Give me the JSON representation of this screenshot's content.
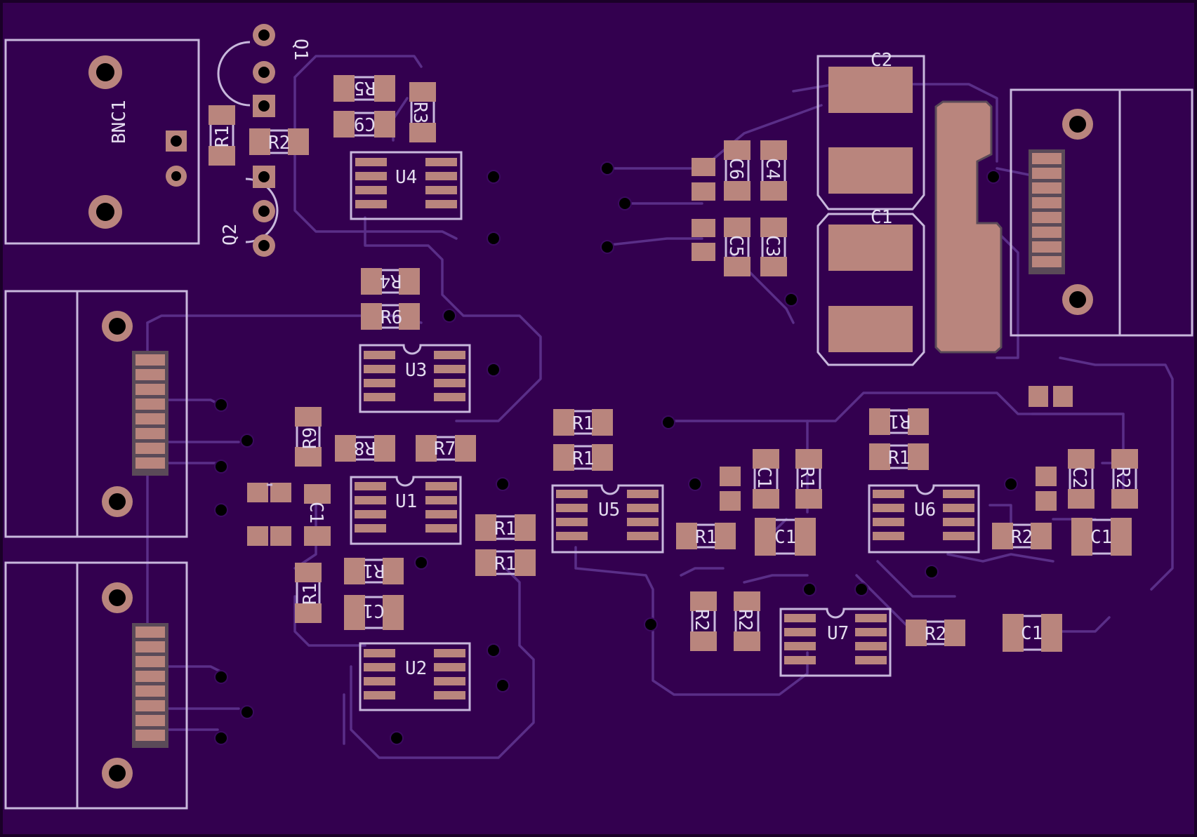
{
  "colors": {
    "board": "#33004f",
    "outline": "#1a0028",
    "trace": "#5a2e88",
    "pad": "#b9857d",
    "silkscreen": "#c8b8dc",
    "via": "#000000"
  },
  "labels": {
    "BNC1": "BNC1",
    "Q1": "Q1",
    "Q2": "Q2",
    "R1_top": "R1",
    "R2_top": "R2",
    "R3": "R3",
    "R5": "R5",
    "C9": "C9",
    "U4": "U4",
    "R4": "R4",
    "R6": "R6",
    "U3": "U3",
    "R9": "R9",
    "R8": "R8",
    "R7": "R7",
    "U1": "U1",
    "C1x_a": "C1",
    "R1x_a": "R1",
    "R1x_b": "R1",
    "R1x_c": "R1",
    "C1x_b": "C1",
    "U2": "U2",
    "R1x_d": "R1",
    "R1x_e": "R1",
    "U5": "U5",
    "R1x_f": "R1",
    "C1x_c": "C1",
    "R1x_g": "R1",
    "C1x_d": "C1",
    "R1x_h": "R1",
    "R1x_i": "R1",
    "U6": "U6",
    "R2x_a": "R2",
    "C2x_a": "C2",
    "R2x_b": "R2",
    "C1x_e": "C1",
    "R2x_c": "R2",
    "R2x_d": "R2",
    "U7": "U7",
    "R2x_e": "R2",
    "C1x_f": "C1",
    "C2": "C2",
    "C1": "C1",
    "C6": "C6",
    "C4": "C4",
    "C5": "C5",
    "C3": "C3"
  }
}
